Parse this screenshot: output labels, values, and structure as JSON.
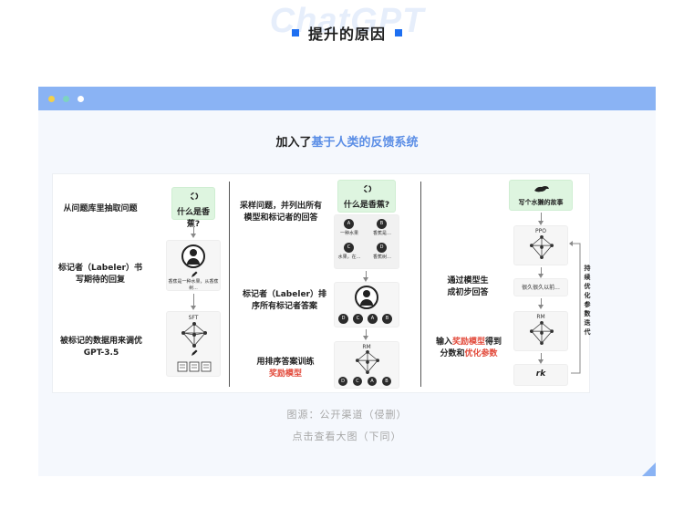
{
  "header": {
    "watermark": "ChatGPT",
    "title": "提升的原因"
  },
  "card": {
    "heading_prefix": "加入了",
    "heading_highlight": "基于人类的反馈系统",
    "window_dots": [
      "#f2d04b",
      "#7dd3c0",
      "#ffffff"
    ],
    "colors": {
      "bar": "#8ab3f4",
      "accent": "#1e6ff1",
      "highlight": "#5b8ee6",
      "red": "#e24a3b"
    }
  },
  "diagram": {
    "step1": {
      "label1": "从问题库里抽取问题",
      "prompt": "什么是香蕉?",
      "label2_line1": "标记者（Labeler）书",
      "label2_line2": "写期待的回复",
      "answer_line1": "香蕉是一种水果，从香蕉",
      "answer_line2": "树...",
      "label3_line1": "被标记的数据用来调优",
      "label3_line2": "GPT-3.5",
      "model": "SFT"
    },
    "step2": {
      "label1_line1": "采样问题，并列出所有",
      "label1_line2": "模型和标记者的回答",
      "prompt": "什么是香蕉?",
      "options": [
        "A",
        "B",
        "C",
        "D"
      ],
      "opt_text": [
        "一种水果",
        "香蕉是…",
        "水果，在...",
        "香蕉树…"
      ],
      "label2_line1": "标记者（Labeler）排",
      "label2_line2": "序所有标记者答案",
      "label3_line1": "用排序答案训练",
      "label3_line2": "奖励模型",
      "model": "RM"
    },
    "step3": {
      "prompt": "写个水獭的故事",
      "model1": "PPO",
      "output": "很久很久以前...",
      "label1_line1": "通过模型生",
      "label1_line2": "成初步回答",
      "model2": "RM",
      "label2_p1": "输入",
      "label2_red1": "奖励模型",
      "label2_p2": "得到",
      "label2_p3": "分数和",
      "label2_red2": "优化参数",
      "reward": "rk",
      "side_label": "持续优化参数迭代"
    }
  },
  "captions": {
    "source": "图源：公开渠道（侵删）",
    "hint": "点击查看大图（下同）"
  }
}
